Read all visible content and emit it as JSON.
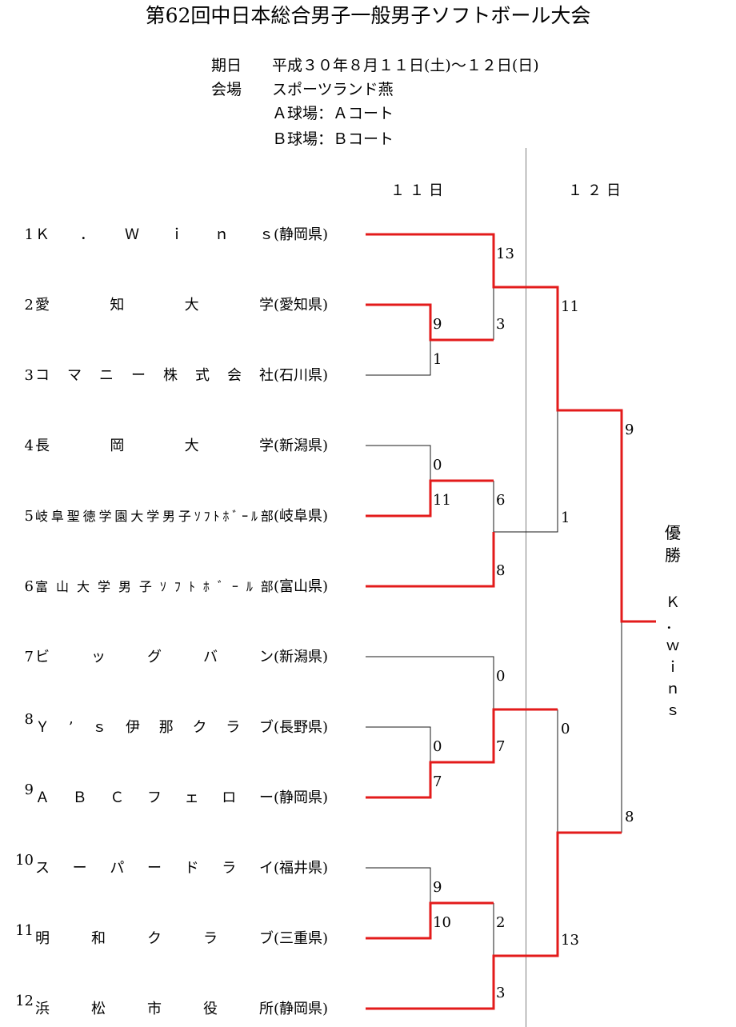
{
  "title": "第62回中日本総合男子一般男子ソフトボール大会",
  "info": {
    "date_label": "期日",
    "date_value": "平成３０年８月１１日(土)～１２日(日)",
    "venue_label": "会場",
    "venue_value": "スポーツランド燕",
    "field_a": "Ａ球場：Ａコート",
    "field_b": "Ｂ球場：Ｂコート"
  },
  "day_headers": [
    "１１日",
    "１２日"
  ],
  "teams": [
    {
      "seed": "1",
      "name": "Ｋ．Ｗｉｎｓ",
      "pref": "(静岡県)"
    },
    {
      "seed": "2",
      "name": "愛知大学",
      "pref": "(愛知県)"
    },
    {
      "seed": "3",
      "name": "コマニー株式会社",
      "pref": "(石川県)"
    },
    {
      "seed": "4",
      "name": "長岡大学",
      "pref": "(新潟県)"
    },
    {
      "seed": "5",
      "name": "岐阜聖徳学園大学男子ｿﾌﾄﾎﾞｰﾙ部",
      "pref": "(岐阜県)"
    },
    {
      "seed": "6",
      "name": "富山大学男子ｿﾌﾄﾎﾞｰﾙ部",
      "pref": "(富山県)"
    },
    {
      "seed": "7",
      "name": "ビッグバン",
      "pref": "(新潟県)"
    },
    {
      "seed": "8",
      "name": "Ｙ’ｓ伊那クラブ",
      "pref": "(長野県)"
    },
    {
      "seed": "9",
      "name": "ＡＢＣフェロー",
      "pref": "(静岡県)"
    },
    {
      "seed": "10",
      "name": "スーパードライ",
      "pref": "(福井県)"
    },
    {
      "seed": "11",
      "name": "明和クラブ",
      "pref": "(三重県)"
    },
    {
      "seed": "12",
      "name": "浜松市役所",
      "pref": "(静岡県)"
    }
  ],
  "scores": {
    "r1_m1_top": "9",
    "r1_m1_bottom": "1",
    "r1_m2_top": "0",
    "r1_m2_bottom": "11",
    "r1_m3_top": "0",
    "r1_m3_bottom": "7",
    "r1_m4_top": "9",
    "r1_m4_bottom": "10",
    "r2_m1_top": "13",
    "r2_m1_bottom": "3",
    "r2_m2_top": "6",
    "r2_m2_bottom": "8",
    "r2_m3_top": "0",
    "r2_m3_bottom": "7",
    "r2_m4_top": "2",
    "r2_m4_bottom": "3",
    "sf_m1_top": "11",
    "sf_m1_bottom": "1",
    "sf_m2_top": "0",
    "sf_m2_bottom": "13",
    "final_top": "9",
    "final_bottom": "8"
  },
  "champion_label": "優勝",
  "champion_name": "Ｋ．ｗｉｎｓ",
  "colors": {
    "winner_line": "#e31b1b",
    "loser_line": "#1a1a1a",
    "divider": "#808080"
  }
}
